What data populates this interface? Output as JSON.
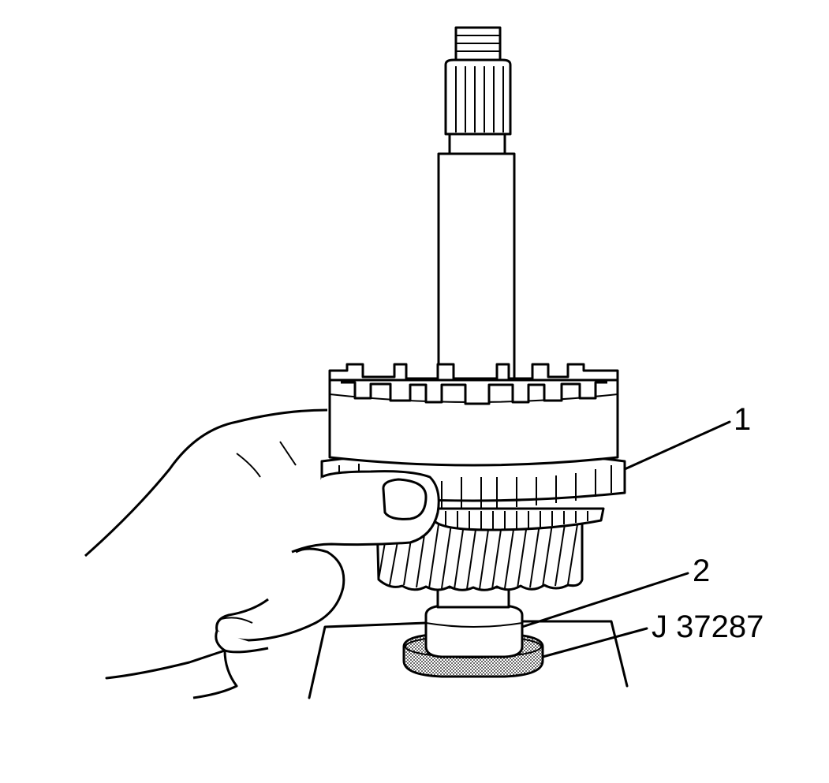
{
  "callouts": [
    {
      "id": "1",
      "text": "1"
    },
    {
      "id": "2",
      "text": "2"
    },
    {
      "id": "3",
      "text": "J 37287"
    }
  ],
  "colors": {
    "line": "#000000",
    "background": "#ffffff",
    "tool_fill": "#c8c8c8"
  }
}
